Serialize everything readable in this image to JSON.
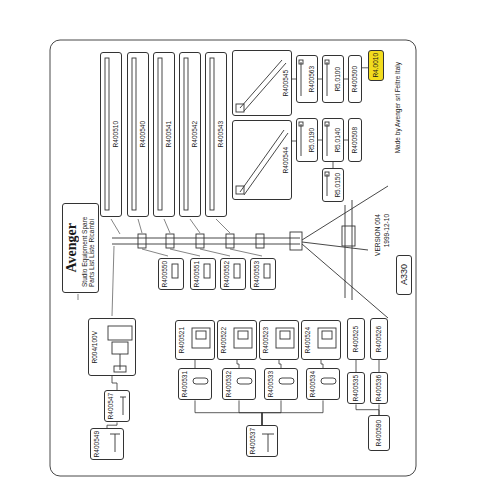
{
  "diagram": {
    "nodes": [
      {
        "text": [
          "Avenger",
          "Studio Equipment Spare Parts List Liste Ricambi"
        ]
      },
      {
        "text": [
          "R400510"
        ]
      },
      {
        "text": [
          "R400540"
        ]
      },
      {
        "text": [
          "R400541"
        ]
      },
      {
        "text": [
          "R400542"
        ]
      },
      {
        "text": [
          "R400543"
        ]
      },
      {
        "text": [
          "R400545"
        ]
      },
      {
        "text": [
          "R400544"
        ]
      },
      {
        "text": [
          "R400563"
        ]
      },
      {
        "text": [
          "R5.0100"
        ]
      },
      {
        "text": [
          "R400500"
        ]
      },
      {
        "text": [
          "R5.0190"
        ]
      },
      {
        "text": [
          "R5.0140"
        ]
      },
      {
        "text": [
          "R400508"
        ]
      },
      {
        "text": [
          "R5.0150"
        ]
      },
      {
        "text": [
          "R4.0010"
        ]
      },
      {
        "text": [
          "R004/100V"
        ]
      },
      {
        "text": [
          "R400550"
        ]
      },
      {
        "text": [
          "R400551"
        ]
      },
      {
        "text": [
          "R400552"
        ]
      },
      {
        "text": [
          "R400553"
        ]
      },
      {
        "text": [
          "A330"
        ]
      },
      {
        "text": [
          "R400521"
        ]
      },
      {
        "text": [
          "R400522"
        ]
      },
      {
        "text": [
          "R400523"
        ]
      },
      {
        "text": [
          "R400524"
        ]
      },
      {
        "text": [
          "R400525"
        ]
      },
      {
        "text": [
          "R400526"
        ]
      },
      {
        "text": [
          "R400531"
        ]
      },
      {
        "text": [
          "R400532"
        ]
      },
      {
        "text": [
          "R400533"
        ]
      },
      {
        "text": [
          "R400534"
        ]
      },
      {
        "text": [
          "R400535"
        ]
      },
      {
        "text": [
          "R400536"
        ]
      },
      {
        "text": [
          "R400537"
        ]
      },
      {
        "text": [
          "R400590"
        ]
      },
      {
        "text": [
          "R400547"
        ]
      },
      {
        "text": [
          "R400549"
        ]
      }
    ],
    "edges": [
      {
        "from": 6,
        "to": 8,
        "arrow": "none"
      },
      {
        "from": 8,
        "to": 9,
        "arrow": "none"
      },
      {
        "from": 9,
        "to": 10,
        "arrow": "none"
      },
      {
        "from": 10,
        "to": 15,
        "arrow": "none"
      },
      {
        "from": 7,
        "to": 11,
        "arrow": "none"
      },
      {
        "from": 11,
        "to": 12,
        "arrow": "none"
      },
      {
        "from": 12,
        "to": 13,
        "arrow": "none"
      },
      {
        "from": 12,
        "to": 14,
        "arrow": "none"
      },
      {
        "from": 22,
        "to": 28,
        "arrow": "none"
      },
      {
        "from": 23,
        "to": 29,
        "arrow": "none"
      },
      {
        "from": 24,
        "to": 30,
        "arrow": "none"
      },
      {
        "from": 25,
        "to": 31,
        "arrow": "none"
      },
      {
        "from": 26,
        "to": 32,
        "arrow": "none"
      },
      {
        "from": 27,
        "to": 33,
        "arrow": "none"
      },
      {
        "from": 28,
        "to": 34,
        "arrow": "none"
      },
      {
        "from": 29,
        "to": 34,
        "arrow": "none"
      },
      {
        "from": 30,
        "to": 34,
        "arrow": "none"
      },
      {
        "from": 31,
        "to": 34,
        "arrow": "none"
      },
      {
        "from": 32,
        "to": 35,
        "arrow": "none"
      },
      {
        "from": 33,
        "to": 35,
        "arrow": "none"
      },
      {
        "from": 16,
        "to": 36,
        "arrow": "none"
      },
      {
        "from": 36,
        "to": 37,
        "arrow": "none"
      }
    ],
    "labels": [
      "VERSION 004",
      "1999-12-10",
      "Made by Avenger srl Feltre Italy"
    ]
  }
}
